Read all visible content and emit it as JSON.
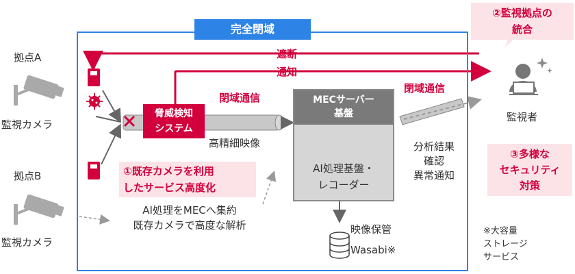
{
  "closed_network": "完全閉域",
  "site_a": "拠点A",
  "site_b": "拠点B",
  "camera_label": "監視カメラ",
  "block_label": "遮断",
  "notify_label": "通知",
  "closed_comm": "閉域通信",
  "threat_system": [
    "脅威検知",
    "システム"
  ],
  "hd_video": "高精細映像",
  "mec": {
    "title": [
      "MECサーバー",
      "基盤"
    ],
    "body": [
      "AI処理基盤・",
      "レコーダー"
    ]
  },
  "analysis": [
    "分析結果",
    "確認",
    "異常通知"
  ],
  "monitor": "監視者",
  "point1": [
    "①既存カメラを利用",
    "したサービス高度化"
  ],
  "point2": [
    "②監視拠点の",
    "統合"
  ],
  "point3": [
    "③多様な",
    "セキュリティ",
    "対策"
  ],
  "ai_desc": [
    "AI処理をMECへ集約",
    "既存カメラで高度な解析"
  ],
  "storage_label": "映像保管",
  "wasabi": "Wasabi※",
  "footnote": [
    "※大容量",
    "ストレージ",
    "サービス"
  ],
  "colors": {
    "accent_red": "#d2003c",
    "closed_blue": "#2d83e6",
    "gray": "#8a8a8a"
  }
}
